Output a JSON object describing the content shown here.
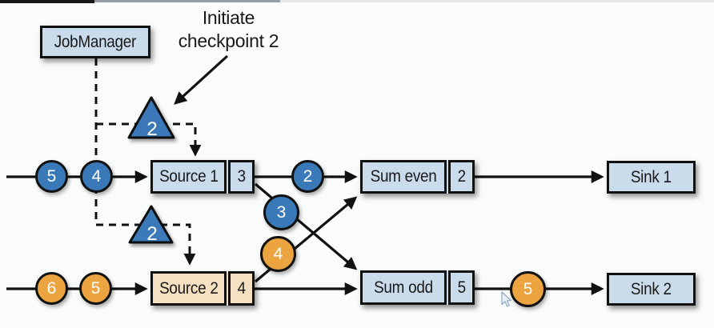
{
  "colors": {
    "blue": "#3a79b8",
    "orange": "#eba440",
    "box_blue": "#cadcec",
    "box_tan": "#f5e0c1",
    "stroke": "#111111",
    "background": "#fafbfb"
  },
  "annotation": {
    "text_line1": "Initiate",
    "text_line2": "checkpoint 2"
  },
  "job_manager": {
    "label": "JobManager"
  },
  "barriers": {
    "barrier1": {
      "label": "2"
    },
    "barrier2": {
      "label": "2"
    }
  },
  "operators": {
    "source1": {
      "label": "Source 1",
      "checkpoint_value": "3"
    },
    "source2": {
      "label": "Source 2",
      "checkpoint_value": "4"
    },
    "sum_even": {
      "label": "Sum even",
      "checkpoint_value": "2"
    },
    "sum_odd": {
      "label": "Sum odd",
      "checkpoint_value": "5"
    },
    "sink1": {
      "label": "Sink 1"
    },
    "sink2": {
      "label": "Sink 2"
    }
  },
  "records": {
    "source1_in_outer": {
      "label": "5",
      "color": "blue"
    },
    "source1_in_inner": {
      "label": "4",
      "color": "blue"
    },
    "source1_out": {
      "label": "2",
      "color": "blue"
    },
    "source1_cross": {
      "label": "3",
      "color": "blue"
    },
    "source2_cross": {
      "label": "4",
      "color": "orange"
    },
    "source2_in_outer": {
      "label": "6",
      "color": "orange"
    },
    "source2_in_inner": {
      "label": "5",
      "color": "orange"
    },
    "sum_odd_out": {
      "label": "5",
      "color": "orange"
    }
  }
}
